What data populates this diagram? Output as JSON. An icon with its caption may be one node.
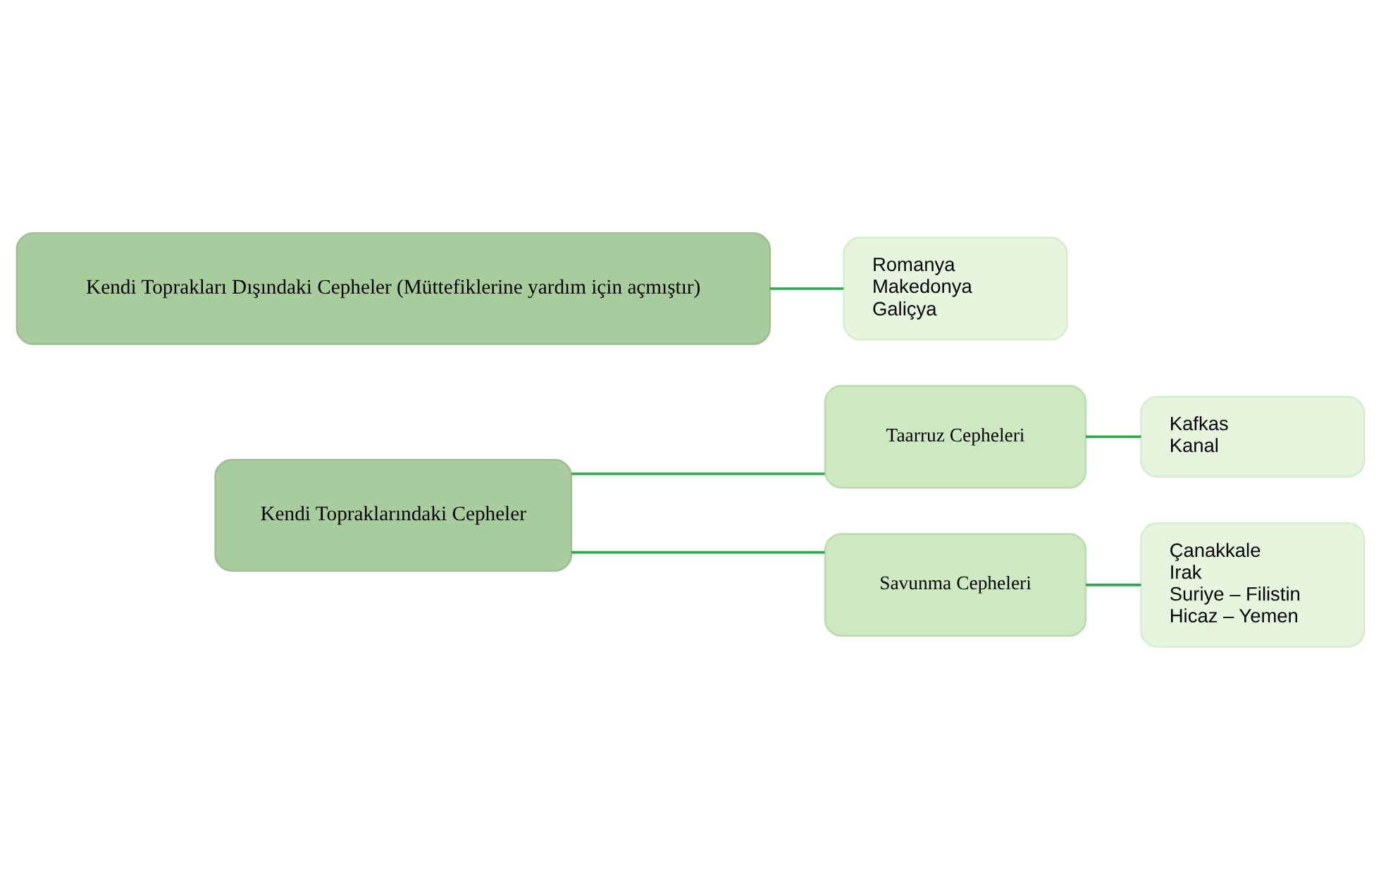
{
  "diagram": {
    "nodes": [
      {
        "text": [
          "Kendi Topraklarındaki Cepheler"
        ]
      },
      {
        "text": [
          "Taarruz Cepheleri"
        ]
      },
      {
        "text": [
          "Savunma Cepheleri"
        ]
      },
      {
        "text": [
          "Kafkas",
          "Kanal"
        ]
      },
      {
        "text": [
          "Çanakkale",
          "Irak",
          "Suriye – Filistin",
          "Hicaz – Yemen"
        ]
      },
      {
        "text": [
          "Kendi Toprakları Dışındaki Cepheler (Müttefiklerine yardım için açmıştır)"
        ]
      },
      {
        "text": [
          "Romanya",
          "Makedonya",
          "Galiçya"
        ]
      }
    ],
    "edges": [
      {
        "from": 0,
        "to": 1,
        "arrow": "none"
      },
      {
        "from": 0,
        "to": 2,
        "arrow": "none"
      },
      {
        "from": 1,
        "to": 3,
        "arrow": "none"
      },
      {
        "from": 2,
        "to": 4,
        "arrow": "none"
      },
      {
        "from": 5,
        "to": 6,
        "arrow": "none"
      }
    ]
  }
}
